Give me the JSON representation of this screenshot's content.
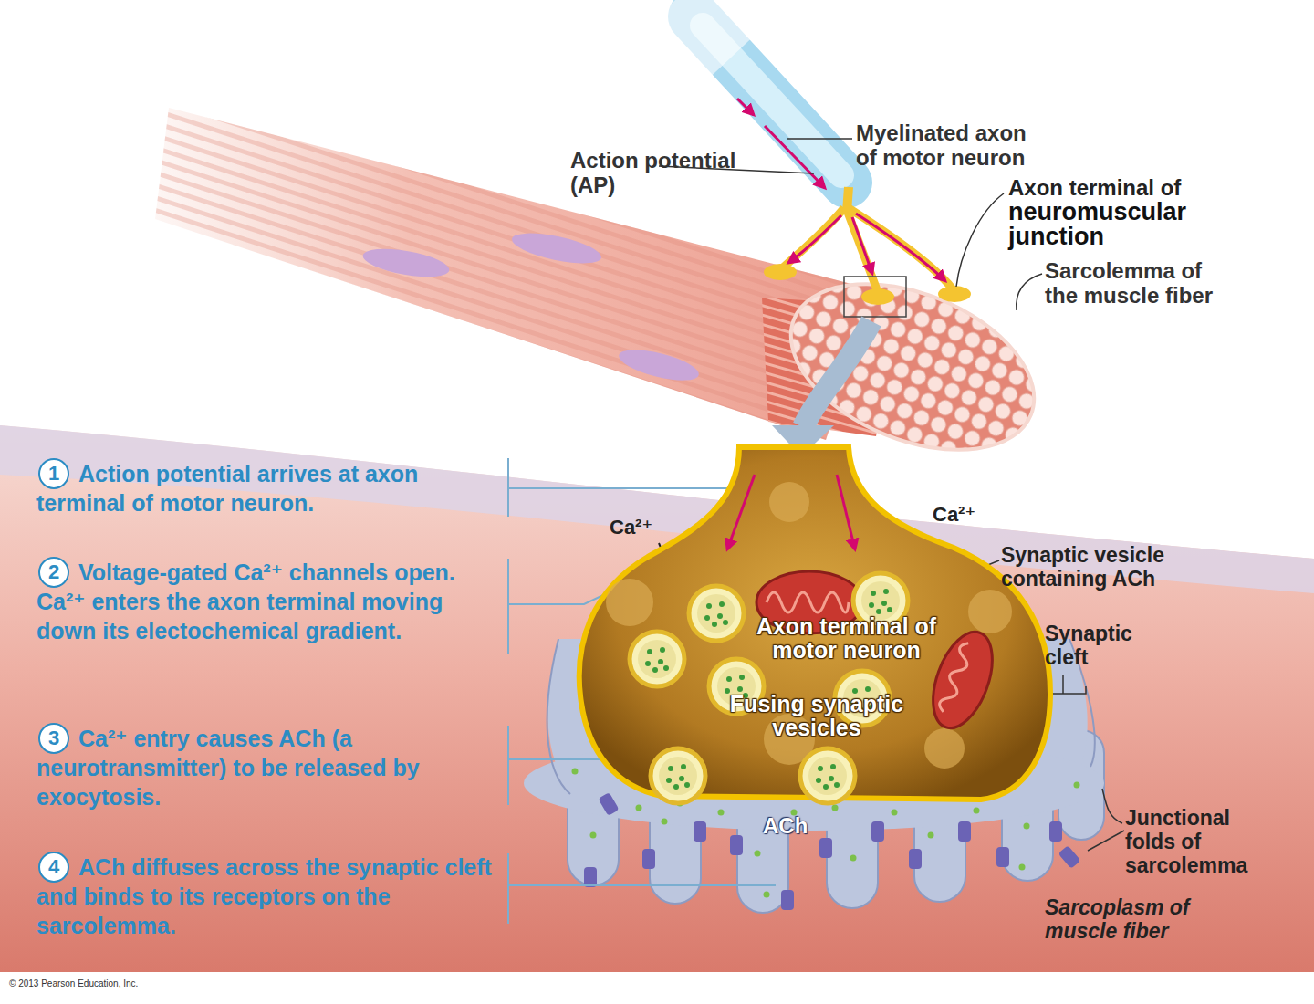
{
  "diagram": {
    "nodes": [
      {
        "text": [
          "Axon terminal of motor neuron",
          "Fusing synaptic vesicles"
        ]
      }
    ],
    "labels": [
      "Action potential (AP)",
      "Myelinated axon of motor neuron",
      "Axon terminal of",
      "neuromuscular junction",
      "Sarcolemma of the muscle fiber",
      "1",
      "Action potential arrives at axon terminal of motor neuron.",
      "2",
      "Voltage-gated Ca²⁺ channels open. Ca²⁺ enters the axon terminal moving down its electochemical gradient.",
      "3",
      "Ca²⁺ entry causes ACh (a neurotransmitter) to be released by exocytosis.",
      "4",
      "ACh diffuses across the synaptic cleft and binds to its receptors on the sarcolemma.",
      "Ca²⁺",
      "Ca²⁺",
      "Synaptic vesicle containing ACh",
      "Synaptic cleft",
      "ACh",
      "Junctional folds of sarcolemma",
      "Sarcoplasm of muscle fiber",
      "© 2013 Pearson Education, Inc."
    ]
  }
}
